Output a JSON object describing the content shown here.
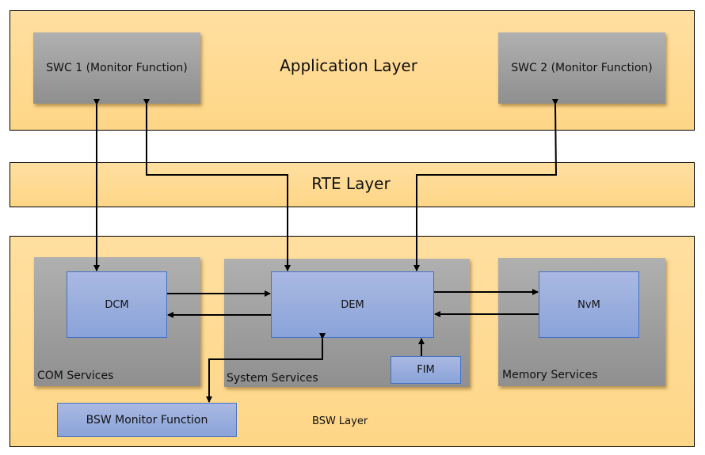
{
  "layers": {
    "application": "Application Layer",
    "rte": "RTE Layer",
    "bsw": "BSW Layer"
  },
  "application_components": {
    "swc1": "SWC 1 (Monitor Function)",
    "swc2": "SWC 2 (Monitor Function)"
  },
  "service_groups": {
    "com": "COM Services",
    "system": "System Services",
    "memory": "Memory Services"
  },
  "modules": {
    "dcm": "DCM",
    "dem": "DEM",
    "nvm": "NvM",
    "fim": "FIM",
    "bsw_monitor": "BSW Monitor Function"
  },
  "colors": {
    "layer_fill": "#fed687",
    "service_fill": "#a0a0a0",
    "module_fill": "#8faadc",
    "module_border": "#4472c4",
    "connector": "#000000"
  },
  "connections": [
    {
      "from": "SWC 1 (Monitor Function)",
      "to": "DCM",
      "direction": "bidirectional"
    },
    {
      "from": "DEM",
      "to": "SWC 1 (Monitor Function)",
      "direction": "bidirectional"
    },
    {
      "from": "DEM",
      "to": "SWC 2 (Monitor Function)",
      "direction": "bidirectional"
    },
    {
      "from": "DCM",
      "to": "DEM",
      "direction": "forward"
    },
    {
      "from": "DEM",
      "to": "DCM",
      "direction": "forward"
    },
    {
      "from": "DEM",
      "to": "NvM",
      "direction": "forward"
    },
    {
      "from": "NvM",
      "to": "DEM",
      "direction": "forward"
    },
    {
      "from": "FIM",
      "to": "DEM",
      "direction": "forward"
    },
    {
      "from": "BSW Monitor Function",
      "to": "DEM",
      "direction": "bidirectional"
    }
  ]
}
